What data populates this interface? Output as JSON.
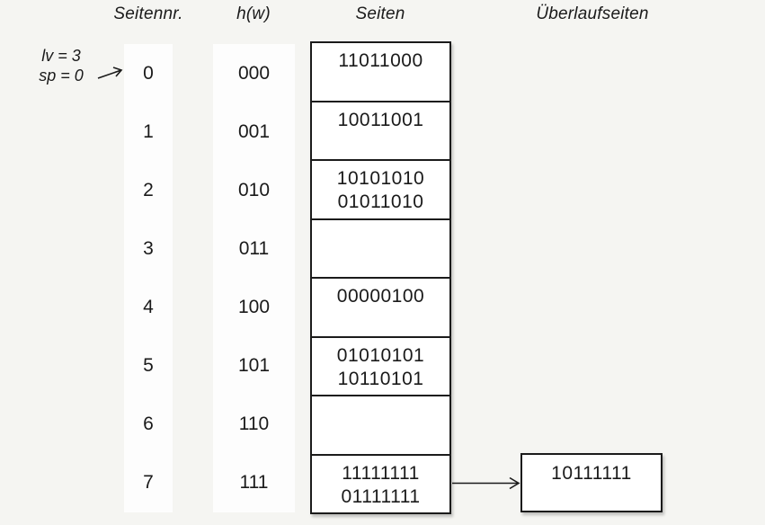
{
  "colors": {
    "background": "#f5f5f2",
    "strip": "#fdfdfd",
    "ink": "#1a1a1a"
  },
  "headers": {
    "seitennr": "Seitennr.",
    "hw": "h(w)",
    "seiten": "Seiten",
    "ueberlauf": "Überlaufseiten"
  },
  "annotation": {
    "lv": "lv = 3",
    "sp": "sp = 0"
  },
  "icons": {
    "annotation_arrow": "arrow-up-right",
    "overflow_arrow": "arrow-right"
  },
  "table": {
    "rows": [
      {
        "nr": "0",
        "hw": "000",
        "values": [
          "11011000"
        ]
      },
      {
        "nr": "1",
        "hw": "001",
        "values": [
          "10011001"
        ]
      },
      {
        "nr": "2",
        "hw": "010",
        "values": [
          "10101010",
          "01011010"
        ]
      },
      {
        "nr": "3",
        "hw": "011",
        "values": []
      },
      {
        "nr": "4",
        "hw": "100",
        "values": [
          "00000100"
        ]
      },
      {
        "nr": "5",
        "hw": "101",
        "values": [
          "01010101",
          "10110101"
        ]
      },
      {
        "nr": "6",
        "hw": "110",
        "values": []
      },
      {
        "nr": "7",
        "hw": "111",
        "values": [
          "11111111",
          "01111111"
        ]
      }
    ]
  },
  "overflow": {
    "values": [
      "10111111"
    ]
  }
}
